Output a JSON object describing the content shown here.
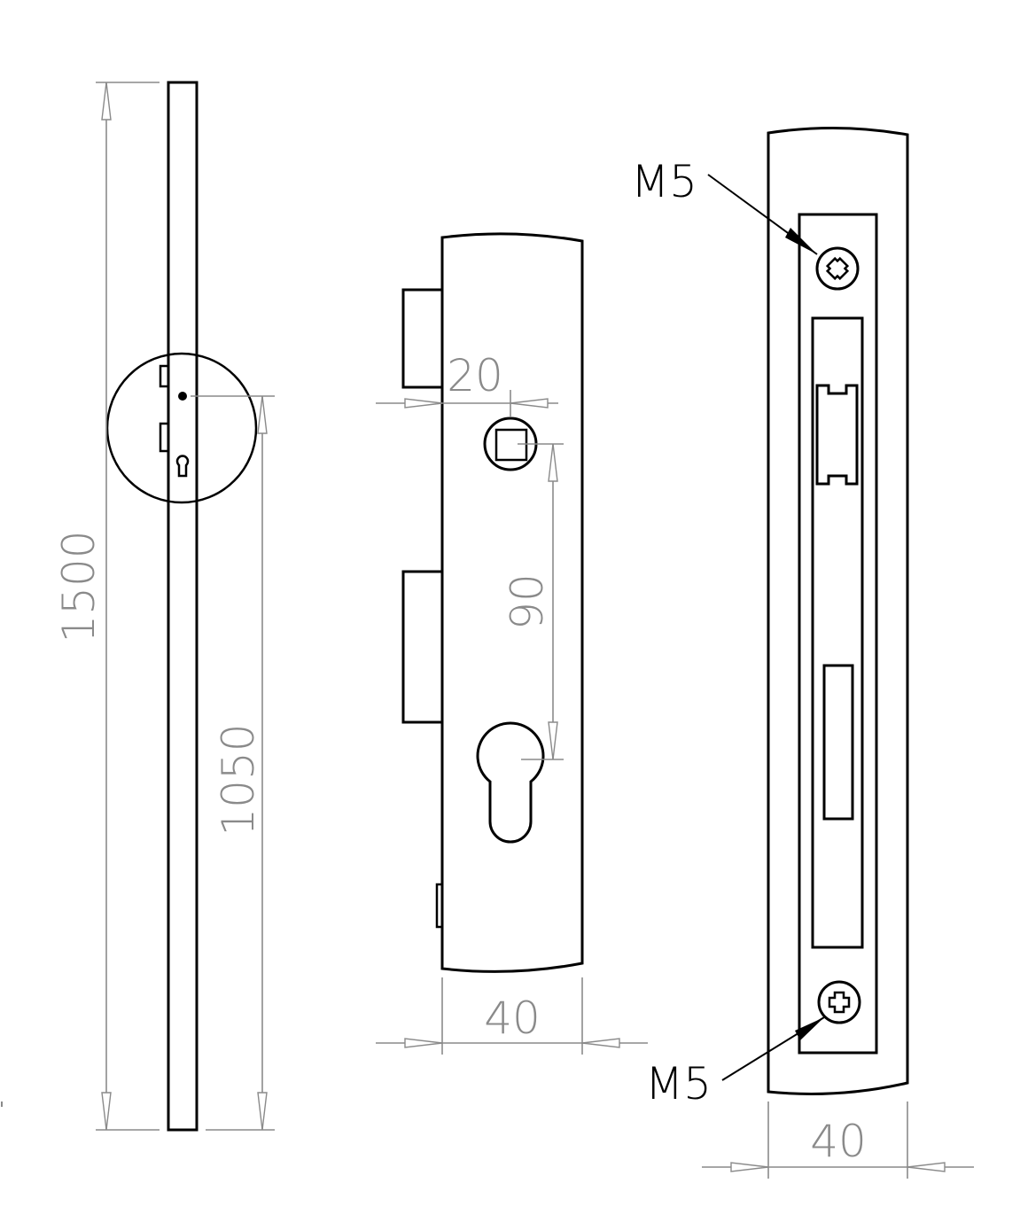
{
  "drawing": {
    "type": "technical-drawing",
    "subject": "mortise lock with forend plate and strike plate",
    "stroke_color": "#000000",
    "dimension_color": "#8a8a8a",
    "background": "#ffffff"
  },
  "dimensions": {
    "rod_length": "1500",
    "handle_height": "1050",
    "backset": "20",
    "center_distance": "90",
    "lock_width": "40",
    "strike_width": "40"
  },
  "callouts": {
    "screw_top": "M5",
    "screw_bottom": "M5"
  }
}
